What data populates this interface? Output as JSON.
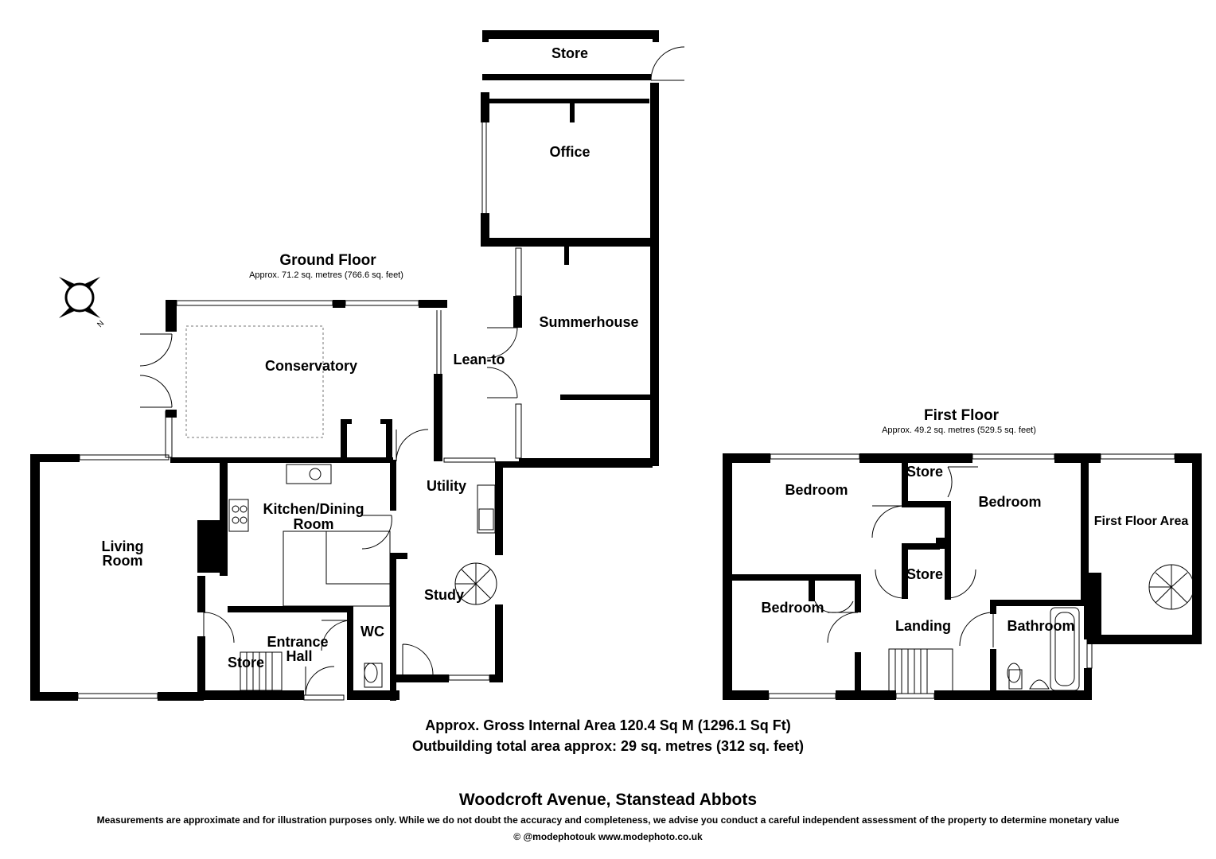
{
  "ground_floor": {
    "title": "Ground Floor",
    "area": "Approx. 71.2 sq. metres (766.6 sq. feet)"
  },
  "first_floor": {
    "title": "First Floor",
    "area": "Approx. 49.2 sq. metres (529.5 sq. feet)"
  },
  "rooms": {
    "store_top": "Store",
    "office": "Office",
    "summerhouse": "Summerhouse",
    "lean_to": "Lean-to",
    "conservatory": "Conservatory",
    "living_room_1": "Living",
    "living_room_2": "Room",
    "kitchen_1": "Kitchen/Dining",
    "kitchen_2": "Room",
    "utility": "Utility",
    "study": "Study",
    "entrance_1": "Entrance",
    "entrance_2": "Hall",
    "store_hall": "Store",
    "wc": "WC",
    "ff_bedroom_1": "Bedroom",
    "ff_store_1": "Store",
    "ff_bedroom_2": "Bedroom",
    "ff_area": "First Floor Area",
    "ff_store_2": "Store",
    "ff_bedroom_3": "Bedroom",
    "ff_landing": "Landing",
    "ff_bathroom": "Bathroom"
  },
  "compass": {
    "north_label": "N"
  },
  "footer": {
    "gross_area": "Approx. Gross Internal Area 120.4  Sq M (1296.1 Sq Ft)",
    "outbuilding_area": "Outbuilding total area approx: 29 sq. metres (312 sq. feet)",
    "address": "Woodcroft Avenue, Stanstead Abbots",
    "disclaimer": "Measurements are approximate and for illustration purposes only. While we do not doubt the accuracy and completeness, we advise you conduct a careful independent assessment of the property to determine monetary value",
    "copyright": "© @modephotouk www.modephoto.co.uk"
  }
}
